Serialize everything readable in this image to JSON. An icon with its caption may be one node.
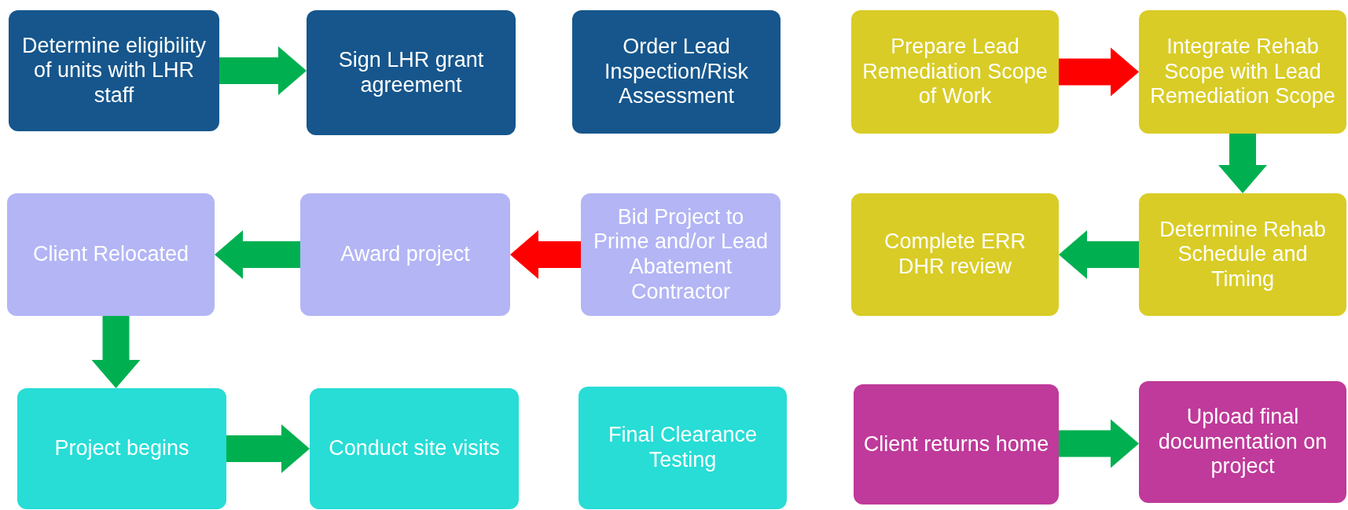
{
  "diagram": {
    "nodes": [
      {
        "text": [
          "Determine eligibility of units with LHR staff"
        ]
      },
      {
        "text": [
          "Sign LHR  grant agreement"
        ]
      },
      {
        "text": [
          "Order Lead Inspection/Risk Assessment"
        ]
      },
      {
        "text": [
          "Prepare Lead Remediation Scope of Work"
        ]
      },
      {
        "text": [
          "Integrate  Rehab Scope with Lead Remediation Scope"
        ]
      },
      {
        "text": [
          "Determine Rehab Schedule and Timing"
        ]
      },
      {
        "text": [
          "Complete ERR DHR review"
        ]
      },
      {
        "text": [
          "Bid Project to Prime and/or Lead Abatement Contractor"
        ]
      },
      {
        "text": [
          "Award project"
        ]
      },
      {
        "text": [
          "Client Relocated"
        ]
      },
      {
        "text": [
          "Project begins"
        ]
      },
      {
        "text": [
          "Conduct site visits"
        ]
      },
      {
        "text": [
          "Final Clearance Testing"
        ]
      },
      {
        "text": [
          "Client returns home"
        ]
      },
      {
        "text": [
          "Upload final documentation on project"
        ]
      }
    ],
    "edges": [
      {
        "from": 0,
        "to": 1,
        "arrow": "to"
      },
      {
        "from": 3,
        "to": 4,
        "arrow": "to",
        "color": "#ff0000"
      },
      {
        "from": 4,
        "to": 5,
        "arrow": "to"
      },
      {
        "from": 5,
        "to": 6,
        "arrow": "to"
      },
      {
        "from": 7,
        "to": 8,
        "arrow": "to",
        "color": "#ff0000"
      },
      {
        "from": 8,
        "to": 9,
        "arrow": "to"
      },
      {
        "from": 9,
        "to": 10,
        "arrow": "to"
      },
      {
        "from": 10,
        "to": 11,
        "arrow": "to"
      },
      {
        "from": 13,
        "to": 14,
        "arrow": "to"
      }
    ]
  }
}
